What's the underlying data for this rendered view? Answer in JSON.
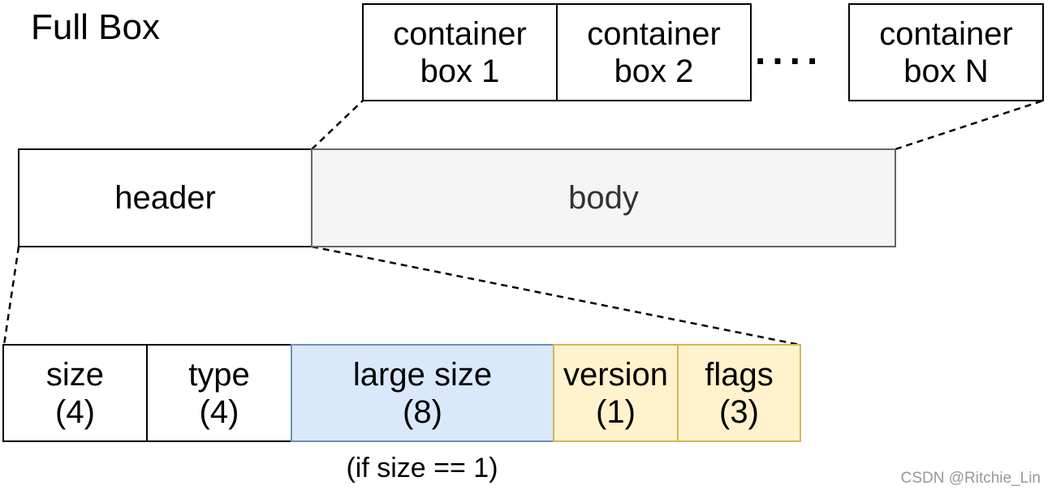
{
  "title": "Full Box",
  "containers": [
    {
      "line1": "container",
      "line2": "box 1"
    },
    {
      "line1": "container",
      "line2": "box 2"
    },
    {
      "line1": "container",
      "line2": "box N"
    }
  ],
  "ellipsis": "....",
  "header_label": "header",
  "body_label": "body",
  "fields": [
    {
      "name": "size",
      "bytes": "(4)"
    },
    {
      "name": "type",
      "bytes": "(4)"
    },
    {
      "name": "large size",
      "bytes": "(8)"
    },
    {
      "name": "version",
      "bytes": "(1)"
    },
    {
      "name": "flags",
      "bytes": "(3)"
    }
  ],
  "large_size_note": "(if size == 1)",
  "watermark": "CSDN @Ritchie_Lin",
  "colors": {
    "body_fill": "#f5f5f5",
    "body_stroke": "#666666",
    "large_size_fill": "#dae8fc",
    "large_size_stroke": "#6c8ebf",
    "fullbox_fields_fill": "#fff2cc",
    "fullbox_fields_stroke": "#d6b656"
  }
}
